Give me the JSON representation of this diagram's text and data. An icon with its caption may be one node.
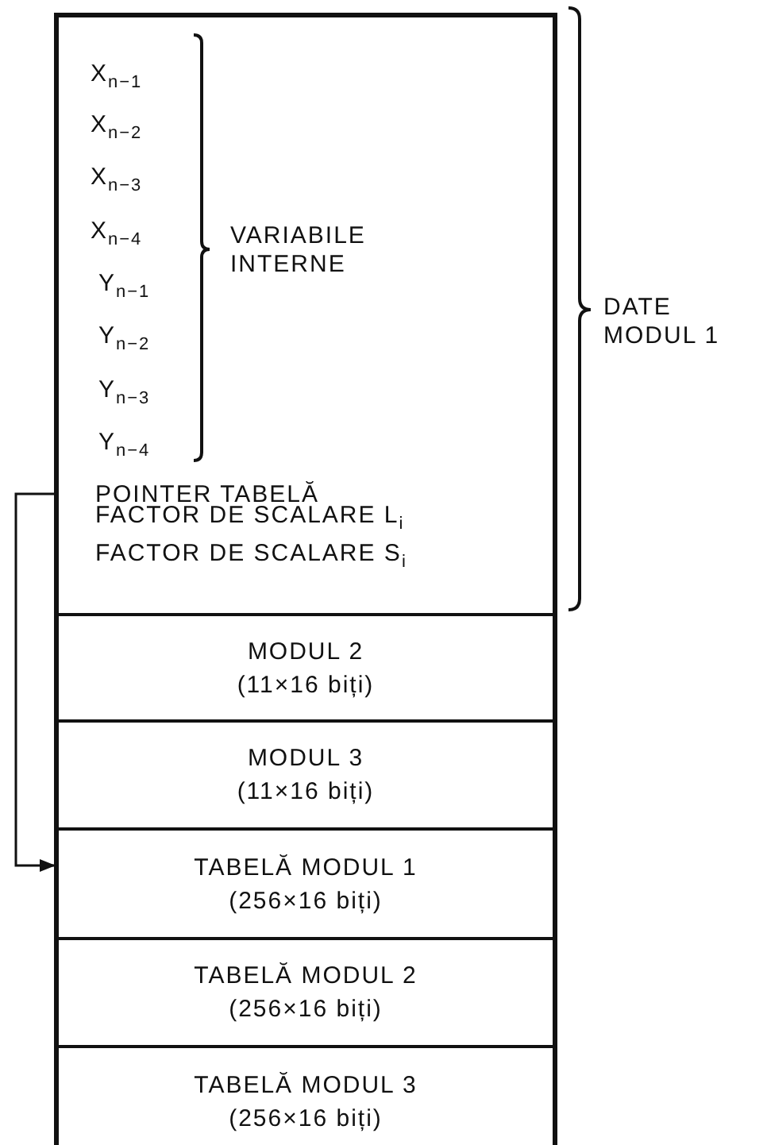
{
  "diagram": {
    "nodes": [
      {
        "text": [],
        "shape": "box"
      },
      {
        "text": [
          "POINTER TABELĂ"
        ],
        "in": 0
      },
      {
        "text": [
          "MODUL 2",
          "(11×16 biți)"
        ]
      },
      {
        "text": [
          "MODUL 3",
          "(11×16 biți)"
        ]
      },
      {
        "text": [
          "TABELĂ MODUL 1",
          "(256×16 biți)"
        ]
      },
      {
        "text": [
          "TABELĂ MODUL 2",
          "(256×16 biți)"
        ]
      },
      {
        "text": [
          "TABELĂ MODUL 3",
          "(256×16 biți)"
        ]
      }
    ],
    "edges": [
      {
        "from": 1,
        "to": 4,
        "arrow": "to"
      }
    ],
    "labels": [
      "X$_{n−1}$",
      "X$_{n−2}$",
      "X$_{n−3}$",
      "X$_{n−4}$",
      "VARIABILE INTERNE",
      "Y$_{n−1}$",
      "Y$_{n−2}$",
      "Y$_{n−3}$",
      "Y$_{n−4}$",
      "DATE MODUL 1",
      "FACTOR DE SCALARE L$_{i}$",
      "FACTOR DE SCALARE S$_{i}$"
    ]
  }
}
